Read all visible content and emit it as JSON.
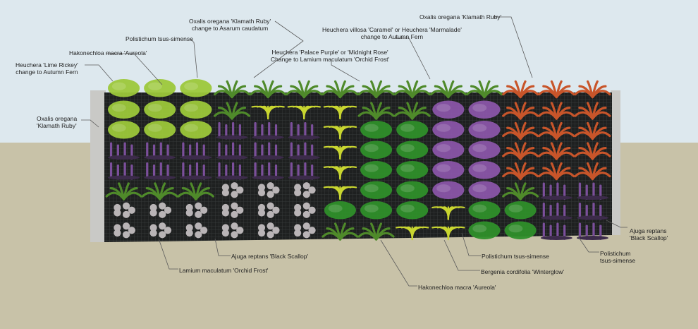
{
  "labels": {
    "klamath_asarum": [
      "Oxalis oregana 'Klamath Ruby'",
      "change to Asarum caudatum"
    ],
    "polistichum_top": [
      "Polistichum tsus-simense"
    ],
    "hakonechloa_top": [
      "Hakonechloa macra 'Aureola'"
    ],
    "lime_rickey": [
      "Heuchera 'Lime Rickey'",
      "change to Autumn Fern"
    ],
    "klamath_left": [
      "Oxalis oregana",
      "'Klamath Ruby'"
    ],
    "palace_purple": [
      "Heuchera 'Palace Purple' or 'Midnight Rose'",
      "Change to Lamium maculatum 'Orchid Frost'"
    ],
    "caramel": [
      "Heuchera villosa 'Caramel' or Heuchera 'Marmalade'",
      "change to Autumn Fern"
    ],
    "klamath_right": [
      "Oxalis oregana 'Klamath Ruby'"
    ],
    "ajuga_right": [
      "Ajuga reptans",
      "'Black Scallop'"
    ],
    "polistichum_right": [
      "Polistichum",
      "tsus-simense"
    ],
    "ajuga_bottom": [
      "Ajuga reptans 'Black Scallop'"
    ],
    "lamium_bottom": [
      "Lamium maculatum 'Orchid Frost'"
    ],
    "polistichum_bottom": [
      "Polistichum tsus-simense"
    ],
    "bergenia": [
      "Bergenia cordifolia 'Winterglow'"
    ],
    "hakonechloa_bottom": [
      "Hakonechloa macra 'Aureola'"
    ]
  },
  "colors": {
    "sky": "#dde8ee",
    "ground": "#c8c2a8",
    "wall": "#1d1f1f",
    "wall_frame": "#c9c9c6",
    "leader": "#5a5a5a",
    "lime_heuchera": "#9cc83a",
    "fern": "#4f8a2a",
    "grass": "#c9d630",
    "ajuga": "#7b4f9b",
    "lamium": "#b9b4b6",
    "bergenia": "#2f8f2a",
    "oxalis": "#8a55a8",
    "autumn": "#c8552a"
  }
}
